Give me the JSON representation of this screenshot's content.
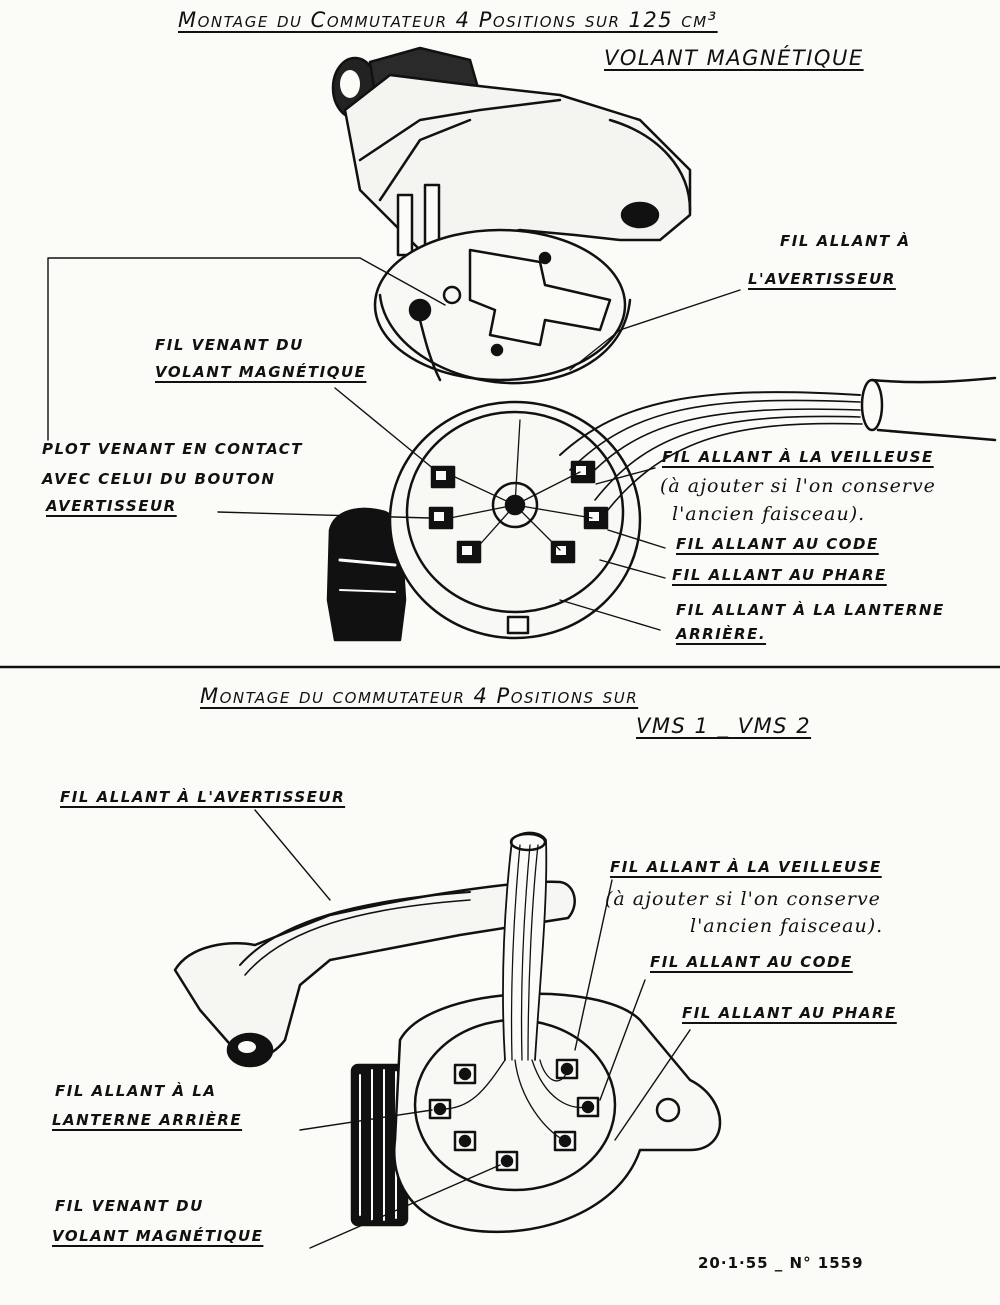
{
  "top_section": {
    "title_line1": "Montage du Commutateur 4 Positions sur 125 cm³",
    "title_line2": "VOLANT MAGNÉTIQUE",
    "labels": {
      "fil_avertisseur_1": "FIL ALLANT À",
      "fil_avertisseur_2": "L'AVERTISSEUR",
      "fil_volant_1": "FIL VENANT DU",
      "fil_volant_2": "VOLANT MAGNÉTIQUE",
      "plot_1": "PLOT VENANT EN CONTACT",
      "plot_2": "AVEC CELUI DU BOUTON",
      "plot_3": "AVERTISSEUR",
      "veilleuse_1": "FIL ALLANT À LA VEILLEUSE",
      "veilleuse_2": "(à ajouter si l'on conserve",
      "veilleuse_3": "l'ancien faisceau).",
      "code": "FIL ALLANT AU CODE",
      "phare": "FIL ALLANT AU PHARE",
      "lanterne_1": "FIL ALLANT À LA LANTERNE",
      "lanterne_2": "ARRIÈRE."
    }
  },
  "bottom_section": {
    "title_line1": "Montage du commutateur 4 Positions sur",
    "title_line2": "VMS 1 _ VMS 2",
    "labels": {
      "avertisseur": "FIL ALLANT À L'AVERTISSEUR",
      "veilleuse_1": "FIL ALLANT À LA VEILLEUSE",
      "veilleuse_2": "(à ajouter si l'on conserve",
      "veilleuse_3": "l'ancien faisceau).",
      "code": "FIL ALLANT AU CODE",
      "phare": "FIL ALLANT AU PHARE",
      "lanterne_1": "FIL ALLANT À LA",
      "lanterne_2": "LANTERNE ARRIÈRE",
      "volant_1": "FIL VENANT DU",
      "volant_2": "VOLANT MAGNÉTIQUE"
    }
  },
  "footer": {
    "reference": "20·1·55 _ N° 1559"
  },
  "colors": {
    "ink": "#111111",
    "paper": "#fbfbf8"
  }
}
